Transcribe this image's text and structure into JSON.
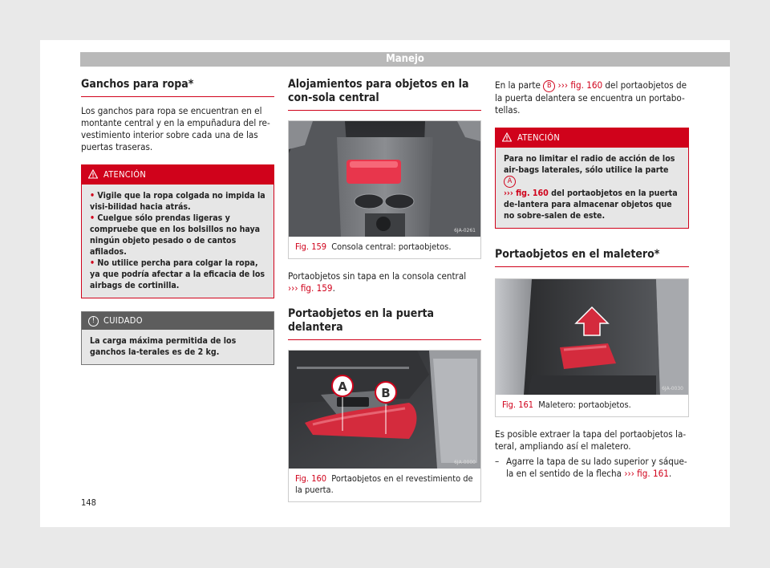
{
  "header": {
    "section": "Manejo"
  },
  "page_number": "148",
  "col1": {
    "title": "Ganchos para ropa*",
    "intro": "Los ganchos para ropa se encuentran en el montante central y en la empuñadura del re-vestimiento interior sobre cada una de las puertas traseras.",
    "warning": {
      "label": "ATENCIÓN",
      "items": [
        "Vigile que la ropa colgada no impida la visi-bilidad hacia atrás.",
        "Cuelgue sólo prendas ligeras y compruebe que en los bolsillos no haya ningún objeto pesado o de cantos afilados.",
        "No utilice percha para colgar la ropa, ya que podría afectar a la eficacia de los airbags de cortinilla."
      ]
    },
    "caution": {
      "label": "CUIDADO",
      "text": "La carga máxima permitida de los ganchos la-terales es de 2 kg."
    }
  },
  "col2": {
    "title": "Alojamientos para objetos en la con-sola central",
    "fig159": {
      "num": "Fig. 159",
      "caption": "Consola central: portaobjetos.",
      "code": "6JA-0261"
    },
    "p1_pre": "Portaobjetos sin tapa en la consola central",
    "p1_ref": "››› fig. 159",
    "p1_post": ".",
    "subtitle": "Portaobjetos en la puerta delantera",
    "fig160": {
      "num": "Fig. 160",
      "caption": "Portaobjetos en el revestimiento de la puerta.",
      "code": "6JA-0000",
      "label_a": "A",
      "label_b": "B"
    }
  },
  "col3": {
    "p1_pre": "En la parte",
    "p1_badge": "B",
    "p1_ref": "››› fig. 160",
    "p1_post": "del portaobjetos de la puerta delantera se encuentra un portabo-tellas.",
    "warning": {
      "label": "ATENCIÓN",
      "t1": "Para no limitar el radio de acción de los air-bags laterales, sólo utilice la parte",
      "badge": "A",
      "ref": "››› fig. 160",
      "t2": "del portaobjetos en la puerta de-lantera para almacenar objetos que no sobre-salen de este."
    },
    "title": "Portaobjetos en el maletero*",
    "fig161": {
      "num": "Fig. 161",
      "caption": "Maletero: portaobjetos.",
      "code": "6JA-0030"
    },
    "p2": "Es posible extraer la tapa del portaobjetos la-teral, ampliando así el maletero.",
    "dash": "–",
    "step_pre": "Agarre la tapa de su lado superior y sáque-la en el sentido de la flecha",
    "step_ref": "››› fig. 161",
    "step_post": "."
  }
}
